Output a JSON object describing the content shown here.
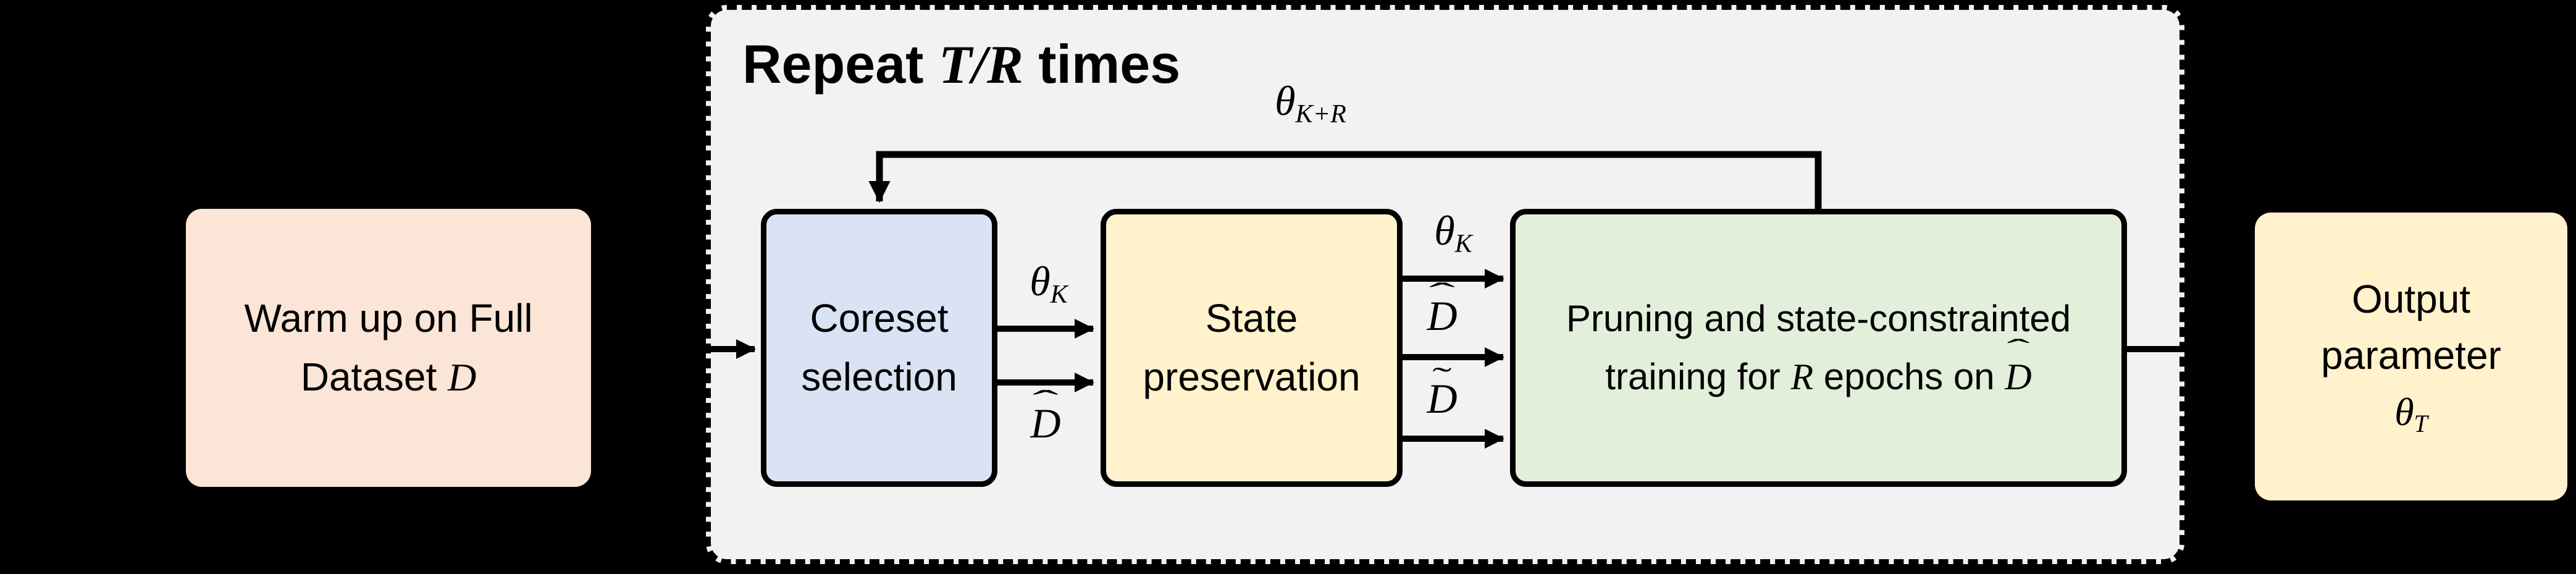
{
  "title": {
    "pre": "Repeat ",
    "math": "T/R",
    "post": " times"
  },
  "boxes": {
    "warmup": {
      "line1": "Warm up on Full",
      "line2_text": "Dataset ",
      "line2_math": "D"
    },
    "coreset": {
      "line1": "Coreset",
      "line2": "selection"
    },
    "state": {
      "line1": "State",
      "line2": "preservation"
    },
    "pruning": {
      "line1": "Pruning and state-constrainted",
      "line2_pre": "training for ",
      "line2_math_R": "R",
      "line2_mid": " epochs on ",
      "line2_D_base": "D",
      "line2_D_accent": "ˆ"
    },
    "output": {
      "line1": "Output",
      "line2": "parameter",
      "line3_base": "θ",
      "line3_sub": "T"
    }
  },
  "arrow_labels": {
    "theta_K_1": {
      "base": "θ",
      "sub": "K"
    },
    "D_hat_1": {
      "base": "D",
      "accent": "ˆ"
    },
    "theta_K_2": {
      "base": "θ",
      "sub": "K"
    },
    "D_hat_2": {
      "base": "D",
      "accent": "ˆ"
    },
    "D_tilde": {
      "base": "D",
      "accent": "˜"
    },
    "theta_K_R": {
      "base": "θ",
      "sub": "K+R"
    }
  },
  "colors": {
    "background": "#000000",
    "loop_panel_fill": "#F2F2F2",
    "warmup_fill": "#FBE5D6",
    "coreset_fill": "#DAE3F3",
    "state_fill": "#FFF2CC",
    "pruning_fill": "#E2EFDA",
    "output_fill": "#FFF2CC",
    "line_and_text": "#000000"
  }
}
